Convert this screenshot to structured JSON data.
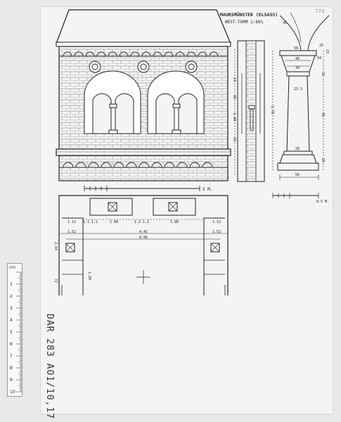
{
  "sheet": {
    "title_line1": "MAURSMÜNSTER (ELSASS)",
    "title_line2": "WEST-TURM 1:66⅔",
    "corner_number": "773",
    "archive_code": "DAR 283 AO1/10,17"
  },
  "scales": {
    "main_scale_label": "5 M.",
    "detail_scale_label": "0.5 M."
  },
  "plan_dimensions": {
    "left_edge": "1.12",
    "pier_left": "1.1 1.1",
    "bay_left": "1.88",
    "bay_mid": "1.2 1.1",
    "bay_right": "1.88",
    "right_edge": "1.12",
    "inner_span": "4.42",
    "outer_span": "8.66",
    "left_small": "1.52",
    "right_small": "1.52",
    "left_depth": "2.44",
    "left_low": "72",
    "center_depth": "1.28"
  },
  "column_dimensions": {
    "arch_top": "30",
    "arch_side": "25",
    "abacus": "56",
    "capital_top": "46",
    "capital_mid": "34",
    "capital_side": "54",
    "shaft_top": "23.3",
    "shaft_base": "28",
    "plinth": "56",
    "height_total": "1.70",
    "height_shaft": "95",
    "height_cap": "31",
    "height_base": "25",
    "side_right": "23"
  },
  "section_dimensions": {
    "upper": "19",
    "mid_a": "95",
    "mid_b": "1.40",
    "lower": "33"
  },
  "ruler": {
    "unit_label": "cm",
    "marks": [
      "1",
      "2",
      "3",
      "4",
      "5",
      "6",
      "7",
      "8",
      "9",
      "10"
    ]
  }
}
